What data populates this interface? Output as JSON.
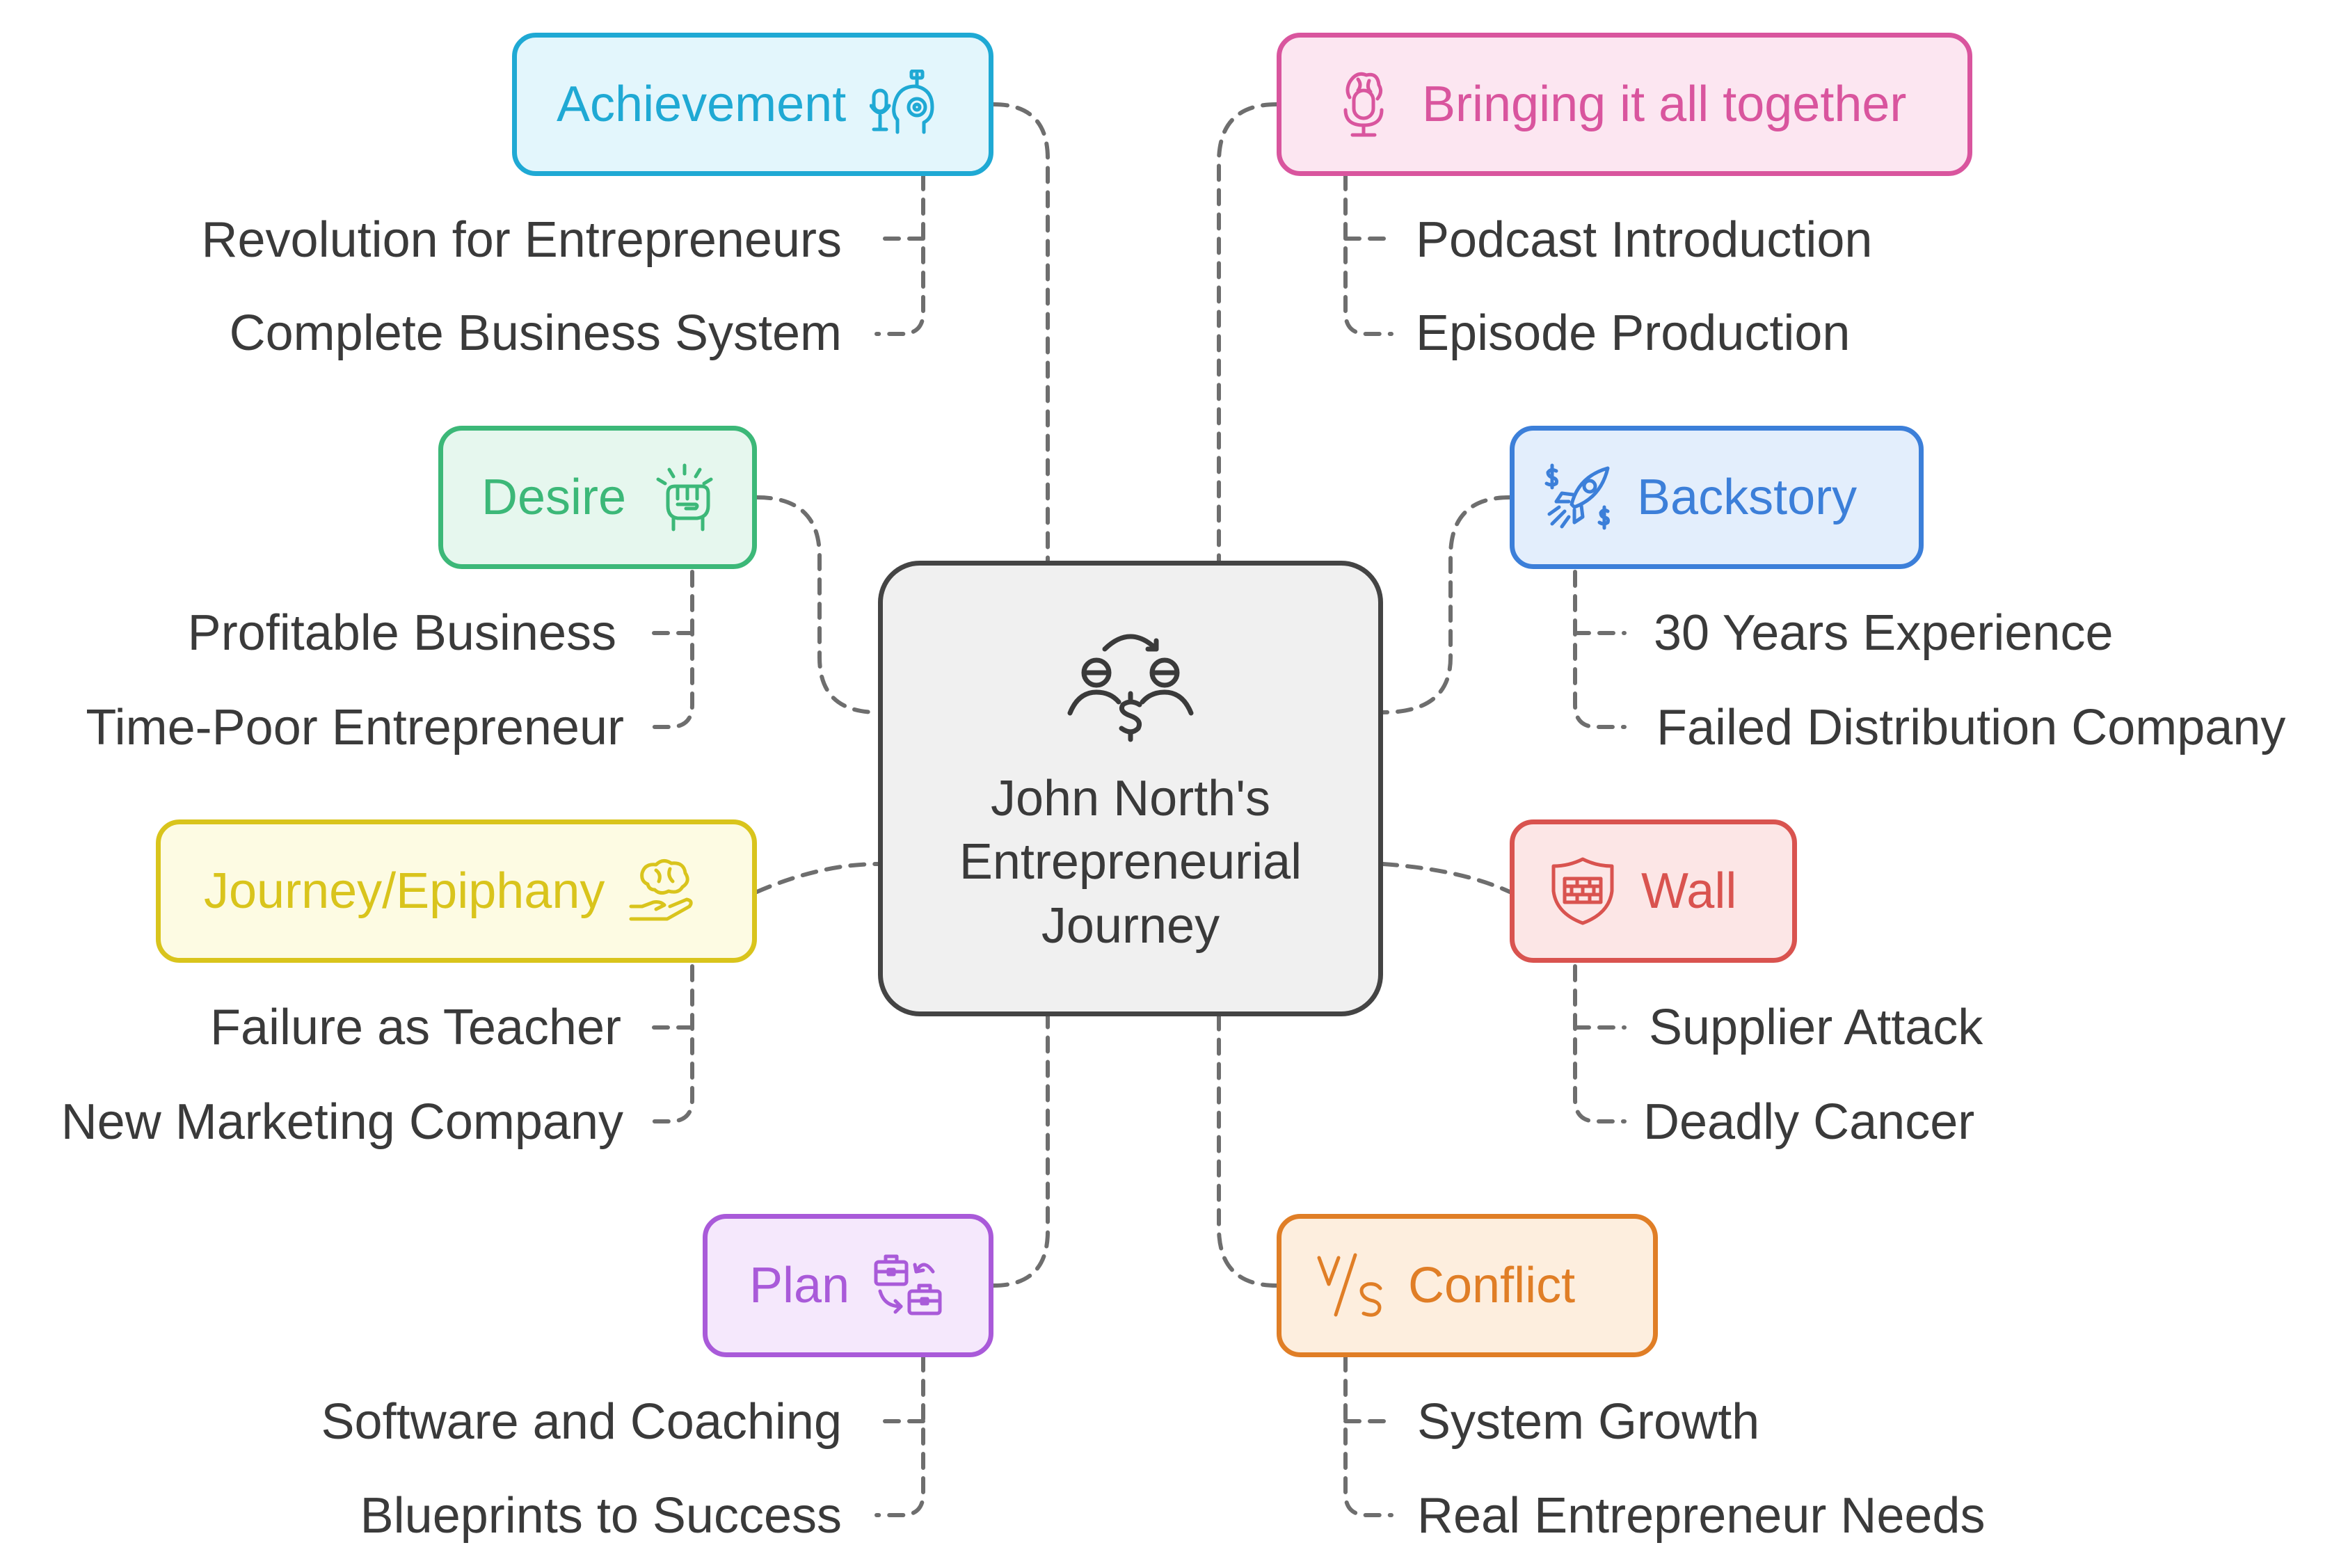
{
  "center": {
    "title": "John North's Entrepreneurial Journey",
    "icon": "money-exchange-people-icon"
  },
  "branches": [
    {
      "id": "achievement",
      "label": "Achievement",
      "icon": "mic-head-target-icon",
      "color": "#1fa9d4",
      "fill": "#e3f6fc",
      "children": [
        "Revolution for Entrepreneurs",
        "Complete Business System"
      ]
    },
    {
      "id": "desire",
      "label": "Desire",
      "icon": "raised-fist-icon",
      "color": "#3cb878",
      "fill": "#e6f7ee",
      "children": [
        "Profitable Business",
        "Time-Poor Entrepreneur"
      ]
    },
    {
      "id": "journey",
      "label": "Journey/Epiphany",
      "icon": "brain-in-hand-icon",
      "color": "#d9c41c",
      "fill": "#fdfbe3",
      "children": [
        "Failure as Teacher",
        "New Marketing Company"
      ]
    },
    {
      "id": "plan",
      "label": "Plan",
      "icon": "briefcase-swap-icon",
      "color": "#a95ad9",
      "fill": "#f5e8fc",
      "children": [
        "Software and Coaching",
        "Blueprints to Success"
      ]
    },
    {
      "id": "together",
      "label": "Bringing it all together",
      "icon": "microphone-brain-icon",
      "color": "#d9559e",
      "fill": "#fce6f1",
      "children": [
        "Podcast Introduction",
        "Episode Production"
      ]
    },
    {
      "id": "backstory",
      "label": "Backstory",
      "icon": "rocket-money-icon",
      "color": "#3c7fd9",
      "fill": "#e3eefc",
      "children": [
        "30 Years Experience",
        "Failed Distribution Company"
      ]
    },
    {
      "id": "wall",
      "label": "Wall",
      "icon": "shield-wall-icon",
      "color": "#d9534f",
      "fill": "#fce6e6",
      "children": [
        "Supplier Attack",
        "Deadly Cancer"
      ]
    },
    {
      "id": "conflict",
      "label": "Conflict",
      "icon": "versus-icon",
      "color": "#e07e26",
      "fill": "#fdeede",
      "children": [
        "System Growth",
        "Real Entrepreneur Needs"
      ]
    }
  ]
}
